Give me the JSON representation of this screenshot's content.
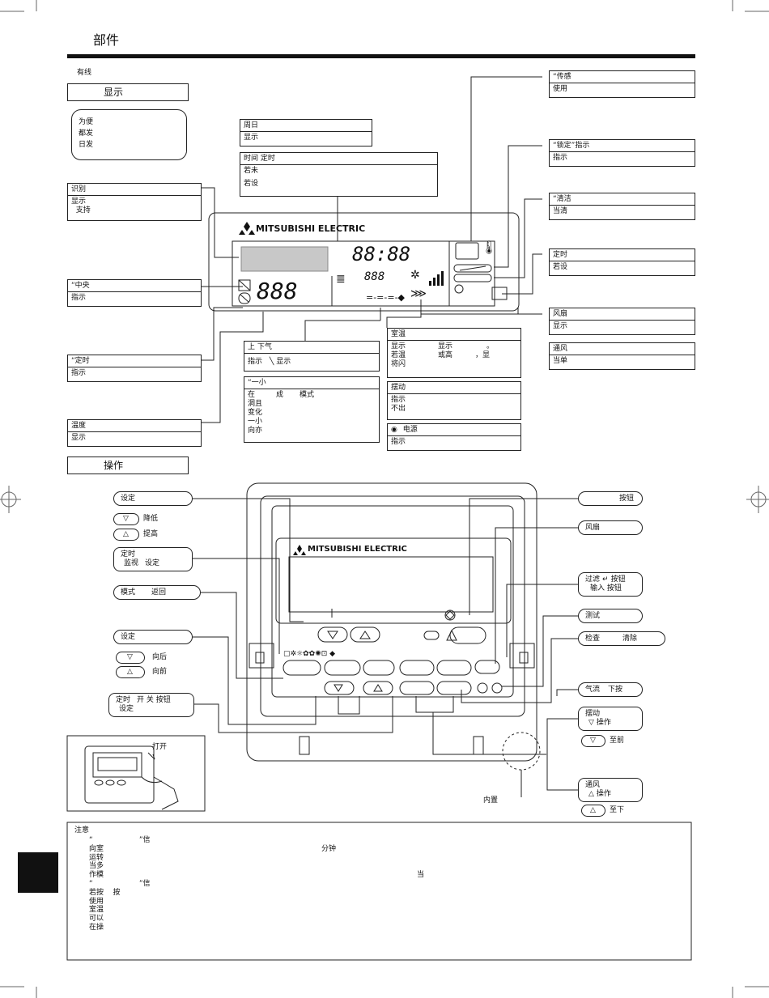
{
  "page": {
    "title": "部件",
    "wired_label": "有线"
  },
  "display_section": {
    "header": "显示",
    "rounded_note": [
      "为便",
      "都发",
      "日发"
    ],
    "brand": "MITSUBISHI ELECTRIC",
    "lcd": {
      "clock": "88:88",
      "temp": "888",
      "small_digits": "888"
    },
    "callouts": {
      "day_of_week": {
        "title": "周日",
        "body": [
          "显示"
        ]
      },
      "time_timer": {
        "title": "时间 定时",
        "body": [
          "若未",
          "若设"
        ]
      },
      "identify": {
        "title": "识别",
        "body": [
          "显示",
          "  支持"
        ]
      },
      "central": {
        "title": "“中央",
        "body": [
          "指示"
        ]
      },
      "timer_left": {
        "title": "“定时",
        "body": [
          "指示"
        ]
      },
      "temperature": {
        "title": "温度",
        "body": [
          "显示"
        ]
      },
      "up_down_air": {
        "title": "上 下气",
        "body": [
          "指示",
          "显示"
        ]
      },
      "one_small": {
        "title": "“一小",
        "body": [
          "在",
          "成",
          "模式",
          "洞且",
          "变化",
          "一小",
          "向亦"
        ]
      },
      "room_temp": {
        "title": "室温",
        "body": [
          "显示",
          "显示",
          "。",
          "若温",
          "或高",
          "，显",
          "将闪"
        ]
      },
      "swing": {
        "title": "摆动",
        "body": [
          "指示",
          "不出"
        ]
      },
      "power": {
        "title": "电源",
        "body": [
          "指示"
        ]
      },
      "sensor": {
        "title": "“传感",
        "body": [
          "使用"
        ]
      },
      "lock": {
        "title": "“锁定”指示",
        "body": [
          "指示"
        ]
      },
      "clean": {
        "title": "“清洁",
        "body": [
          "当清"
        ]
      },
      "timer_right": {
        "title": "定时",
        "body": [
          "若设"
        ]
      },
      "fan": {
        "title": "风扇",
        "body": [
          "显示"
        ]
      },
      "ventilation": {
        "title": "通风",
        "body": [
          "当单"
        ]
      }
    }
  },
  "operation_section": {
    "header": "操作",
    "left_labels": {
      "setting1": "设定",
      "lower": "降低",
      "raise": "提高",
      "timer_monitor": [
        "定时",
        "监视",
        "设定"
      ],
      "mode_return": [
        "模式",
        "返回"
      ],
      "setting2": "设定",
      "back": "向后",
      "forward": "向前",
      "timer_onoff": [
        "定时",
        "开 关 按钮",
        "设定"
      ]
    },
    "right_labels": {
      "on_off_button": "按钮",
      "fan": "风扇",
      "filter_input": [
        "过滤",
        "按钮",
        "输入 按钮"
      ],
      "test": "测试",
      "check_clear": [
        "检查",
        "清除"
      ],
      "airflow": [
        "气流",
        "下按"
      ],
      "swing": [
        "摆动",
        "操作",
        "至前"
      ],
      "ventilation": [
        "通风",
        "操作",
        "至下"
      ]
    },
    "open_label": "打开",
    "built_in": "内置",
    "mode_icons": "▢✲☼✿✿✺⊡ ◆"
  },
  "notes": {
    "title": "注意",
    "lines": [
      "“                    ”信",
      "向室",
      "运转",
      "当多",
      "作模",
      "“                    ”信",
      "若按    按",
      "使用",
      "室温",
      "可以",
      "在操"
    ],
    "line2_right": "分钟",
    "line4_right": "当"
  }
}
